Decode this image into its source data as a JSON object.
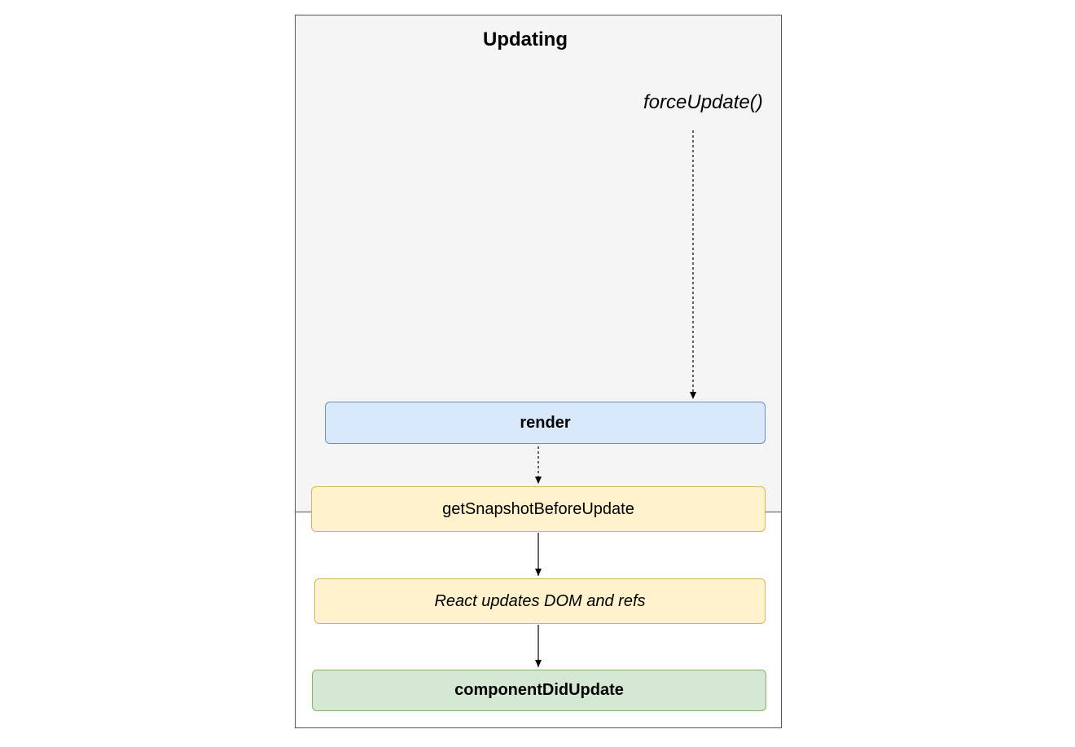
{
  "diagram": {
    "title": "Updating",
    "trigger_label": "forceUpdate()",
    "steps": [
      {
        "label": "render",
        "fill": "#dae8fc",
        "stroke": "#6c8ebf"
      },
      {
        "label": "getSnapshotBeforeUpdate",
        "fill": "#fff2cc",
        "stroke": "#d6b656"
      },
      {
        "label": "React updates DOM and refs",
        "fill": "#fff2cc",
        "stroke": "#d6b656"
      },
      {
        "label": "componentDidUpdate",
        "fill": "#d5e8d4",
        "stroke": "#82b366"
      }
    ],
    "colors": {
      "panel_background": "#f5f5f5",
      "panel_border": "#555555",
      "arrow": "#000000"
    }
  }
}
